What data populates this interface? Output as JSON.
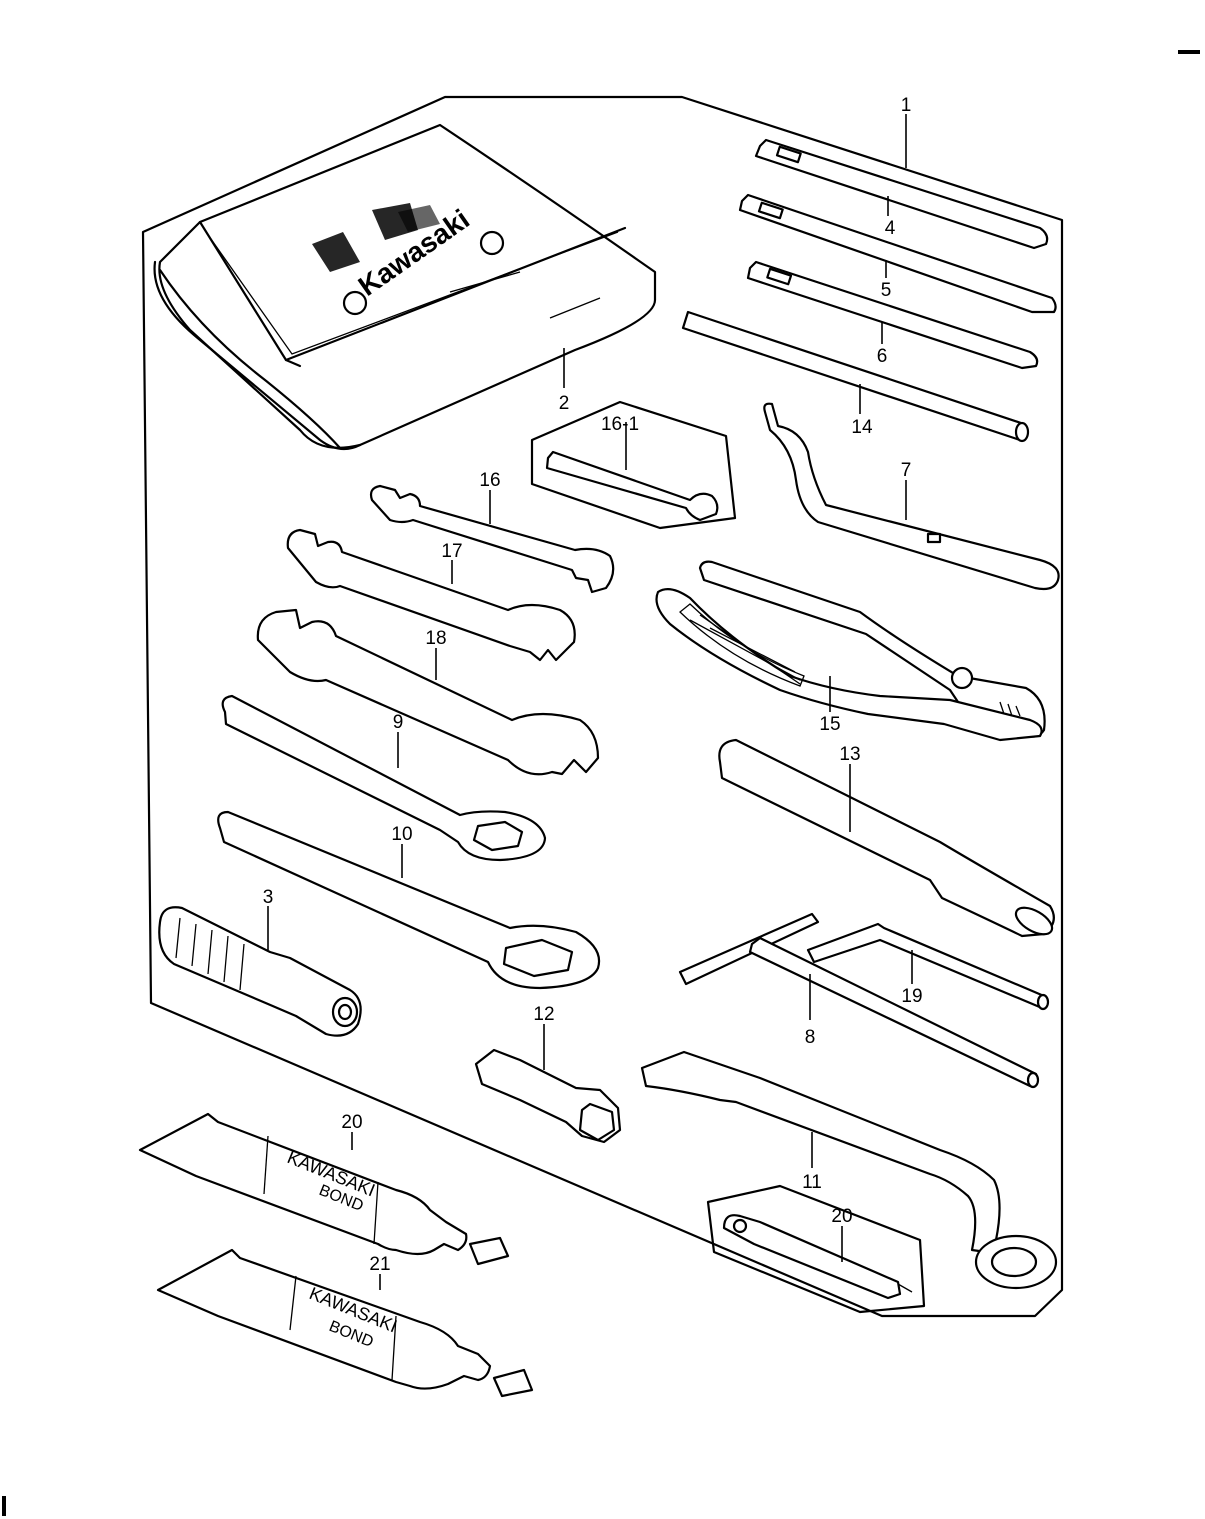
{
  "diagram": {
    "brand_text": "Kawasaki",
    "tube_text_line1": "KAWASAKI",
    "tube_text_line2": "BOND",
    "colors": {
      "ink": "#000000",
      "paper": "#ffffff"
    }
  },
  "callouts": [
    {
      "id": "c1",
      "text": "1"
    },
    {
      "id": "c2",
      "text": "2"
    },
    {
      "id": "c3",
      "text": "3"
    },
    {
      "id": "c4",
      "text": "4"
    },
    {
      "id": "c5",
      "text": "5"
    },
    {
      "id": "c6",
      "text": "6"
    },
    {
      "id": "c7",
      "text": "7"
    },
    {
      "id": "c8",
      "text": "8"
    },
    {
      "id": "c9",
      "text": "9"
    },
    {
      "id": "c10",
      "text": "10"
    },
    {
      "id": "c11",
      "text": "11"
    },
    {
      "id": "c12",
      "text": "12"
    },
    {
      "id": "c13",
      "text": "13"
    },
    {
      "id": "c14",
      "text": "14"
    },
    {
      "id": "c15",
      "text": "15"
    },
    {
      "id": "c16",
      "text": "16"
    },
    {
      "id": "c16_1",
      "text": "16-1"
    },
    {
      "id": "c17",
      "text": "17"
    },
    {
      "id": "c18",
      "text": "18"
    },
    {
      "id": "c19",
      "text": "19"
    },
    {
      "id": "c20a",
      "text": "20"
    },
    {
      "id": "c20b",
      "text": "20"
    },
    {
      "id": "c21",
      "text": "21"
    }
  ]
}
